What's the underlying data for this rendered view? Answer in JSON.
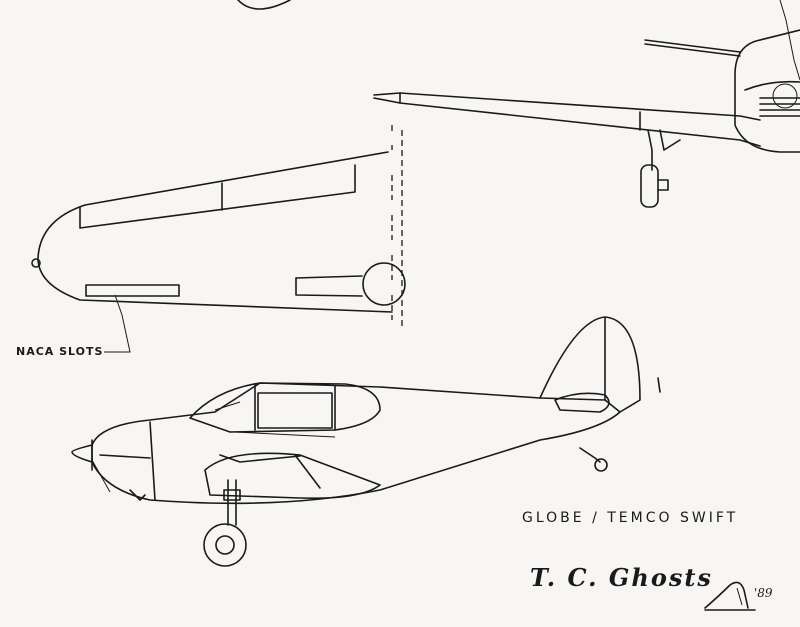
{
  "labels": {
    "naca_slots": "NACA SLOTS",
    "aircraft_type": "GLOBE / TEMCO SWIFT",
    "credit": "T. C. Ghosts",
    "year": "'89"
  },
  "colors": {
    "paper": "#f7f6f4",
    "ink": "#1a1a1a"
  }
}
